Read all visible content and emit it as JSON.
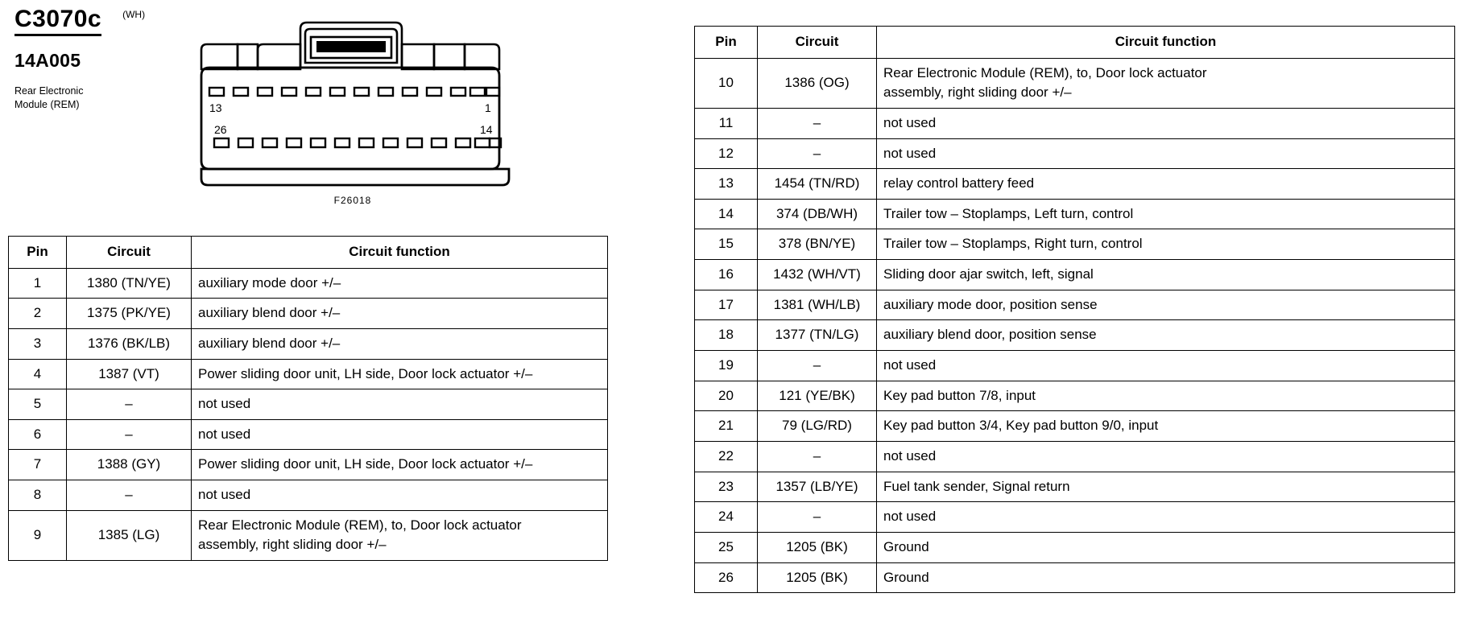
{
  "connector": {
    "id": "C3070c",
    "color_code": "(WH)",
    "part_number": "14A005",
    "description": "Rear Electronic Module (REM)",
    "drawing_caption": "F26018",
    "pin_labels": {
      "top_left": "13",
      "top_right": "1",
      "bottom_left": "26",
      "bottom_right": "14"
    },
    "top_row_pin_count": 13,
    "bottom_row_pin_count": 13,
    "total_pins": 26
  },
  "table_headers": {
    "pin": "Pin",
    "circuit": "Circuit",
    "function": "Circuit function"
  },
  "left_table": {
    "rows": [
      {
        "pin": "1",
        "circuit": "1380 (TN/YE)",
        "function_lines": [
          "auxiliary mode door +/–"
        ]
      },
      {
        "pin": "2",
        "circuit": "1375 (PK/YE)",
        "function_lines": [
          "auxiliary blend door +/–"
        ]
      },
      {
        "pin": "3",
        "circuit": "1376 (BK/LB)",
        "function_lines": [
          "auxiliary blend door +/–"
        ]
      },
      {
        "pin": "4",
        "circuit": "1387 (VT)",
        "function_lines": [
          "Power sliding door unit, LH side, Door lock actuator +/–"
        ]
      },
      {
        "pin": "5",
        "circuit": "–",
        "function_lines": [
          "not used"
        ]
      },
      {
        "pin": "6",
        "circuit": "–",
        "function_lines": [
          "not used"
        ]
      },
      {
        "pin": "7",
        "circuit": "1388 (GY)",
        "function_lines": [
          "Power sliding door unit, LH side, Door lock actuator +/–"
        ]
      },
      {
        "pin": "8",
        "circuit": "–",
        "function_lines": [
          "not used"
        ]
      },
      {
        "pin": "9",
        "circuit": "1385 (LG)",
        "function_lines": [
          "Rear Electronic Module (REM), to, Door lock actuator",
          "assembly, right sliding door +/–"
        ]
      }
    ]
  },
  "right_table": {
    "rows": [
      {
        "pin": "10",
        "circuit": "1386 (OG)",
        "function_lines": [
          "Rear Electronic Module (REM), to, Door lock actuator",
          "assembly, right sliding door +/–"
        ]
      },
      {
        "pin": "11",
        "circuit": "–",
        "function_lines": [
          "not used"
        ]
      },
      {
        "pin": "12",
        "circuit": "–",
        "function_lines": [
          "not used"
        ]
      },
      {
        "pin": "13",
        "circuit": "1454 (TN/RD)",
        "function_lines": [
          "relay control battery feed"
        ]
      },
      {
        "pin": "14",
        "circuit": "374 (DB/WH)",
        "function_lines": [
          "Trailer tow – Stoplamps, Left turn, control"
        ]
      },
      {
        "pin": "15",
        "circuit": "378 (BN/YE)",
        "function_lines": [
          "Trailer tow – Stoplamps, Right turn, control"
        ]
      },
      {
        "pin": "16",
        "circuit": "1432 (WH/VT)",
        "function_lines": [
          "Sliding door ajar switch, left, signal"
        ]
      },
      {
        "pin": "17",
        "circuit": "1381 (WH/LB)",
        "function_lines": [
          "auxiliary mode door, position sense"
        ]
      },
      {
        "pin": "18",
        "circuit": "1377 (TN/LG)",
        "function_lines": [
          "auxiliary blend door, position sense"
        ]
      },
      {
        "pin": "19",
        "circuit": "–",
        "function_lines": [
          "not used"
        ]
      },
      {
        "pin": "20",
        "circuit": "121 (YE/BK)",
        "function_lines": [
          "Key pad button 7/8, input"
        ]
      },
      {
        "pin": "21",
        "circuit": "79 (LG/RD)",
        "function_lines": [
          "Key pad button 3/4, Key pad button 9/0, input"
        ]
      },
      {
        "pin": "22",
        "circuit": "–",
        "function_lines": [
          "not used"
        ]
      },
      {
        "pin": "23",
        "circuit": "1357 (LB/YE)",
        "function_lines": [
          "Fuel tank sender, Signal return"
        ]
      },
      {
        "pin": "24",
        "circuit": "–",
        "function_lines": [
          "not used"
        ]
      },
      {
        "pin": "25",
        "circuit": "1205 (BK)",
        "function_lines": [
          "Ground"
        ]
      },
      {
        "pin": "26",
        "circuit": "1205 (BK)",
        "function_lines": [
          "Ground"
        ]
      }
    ]
  }
}
